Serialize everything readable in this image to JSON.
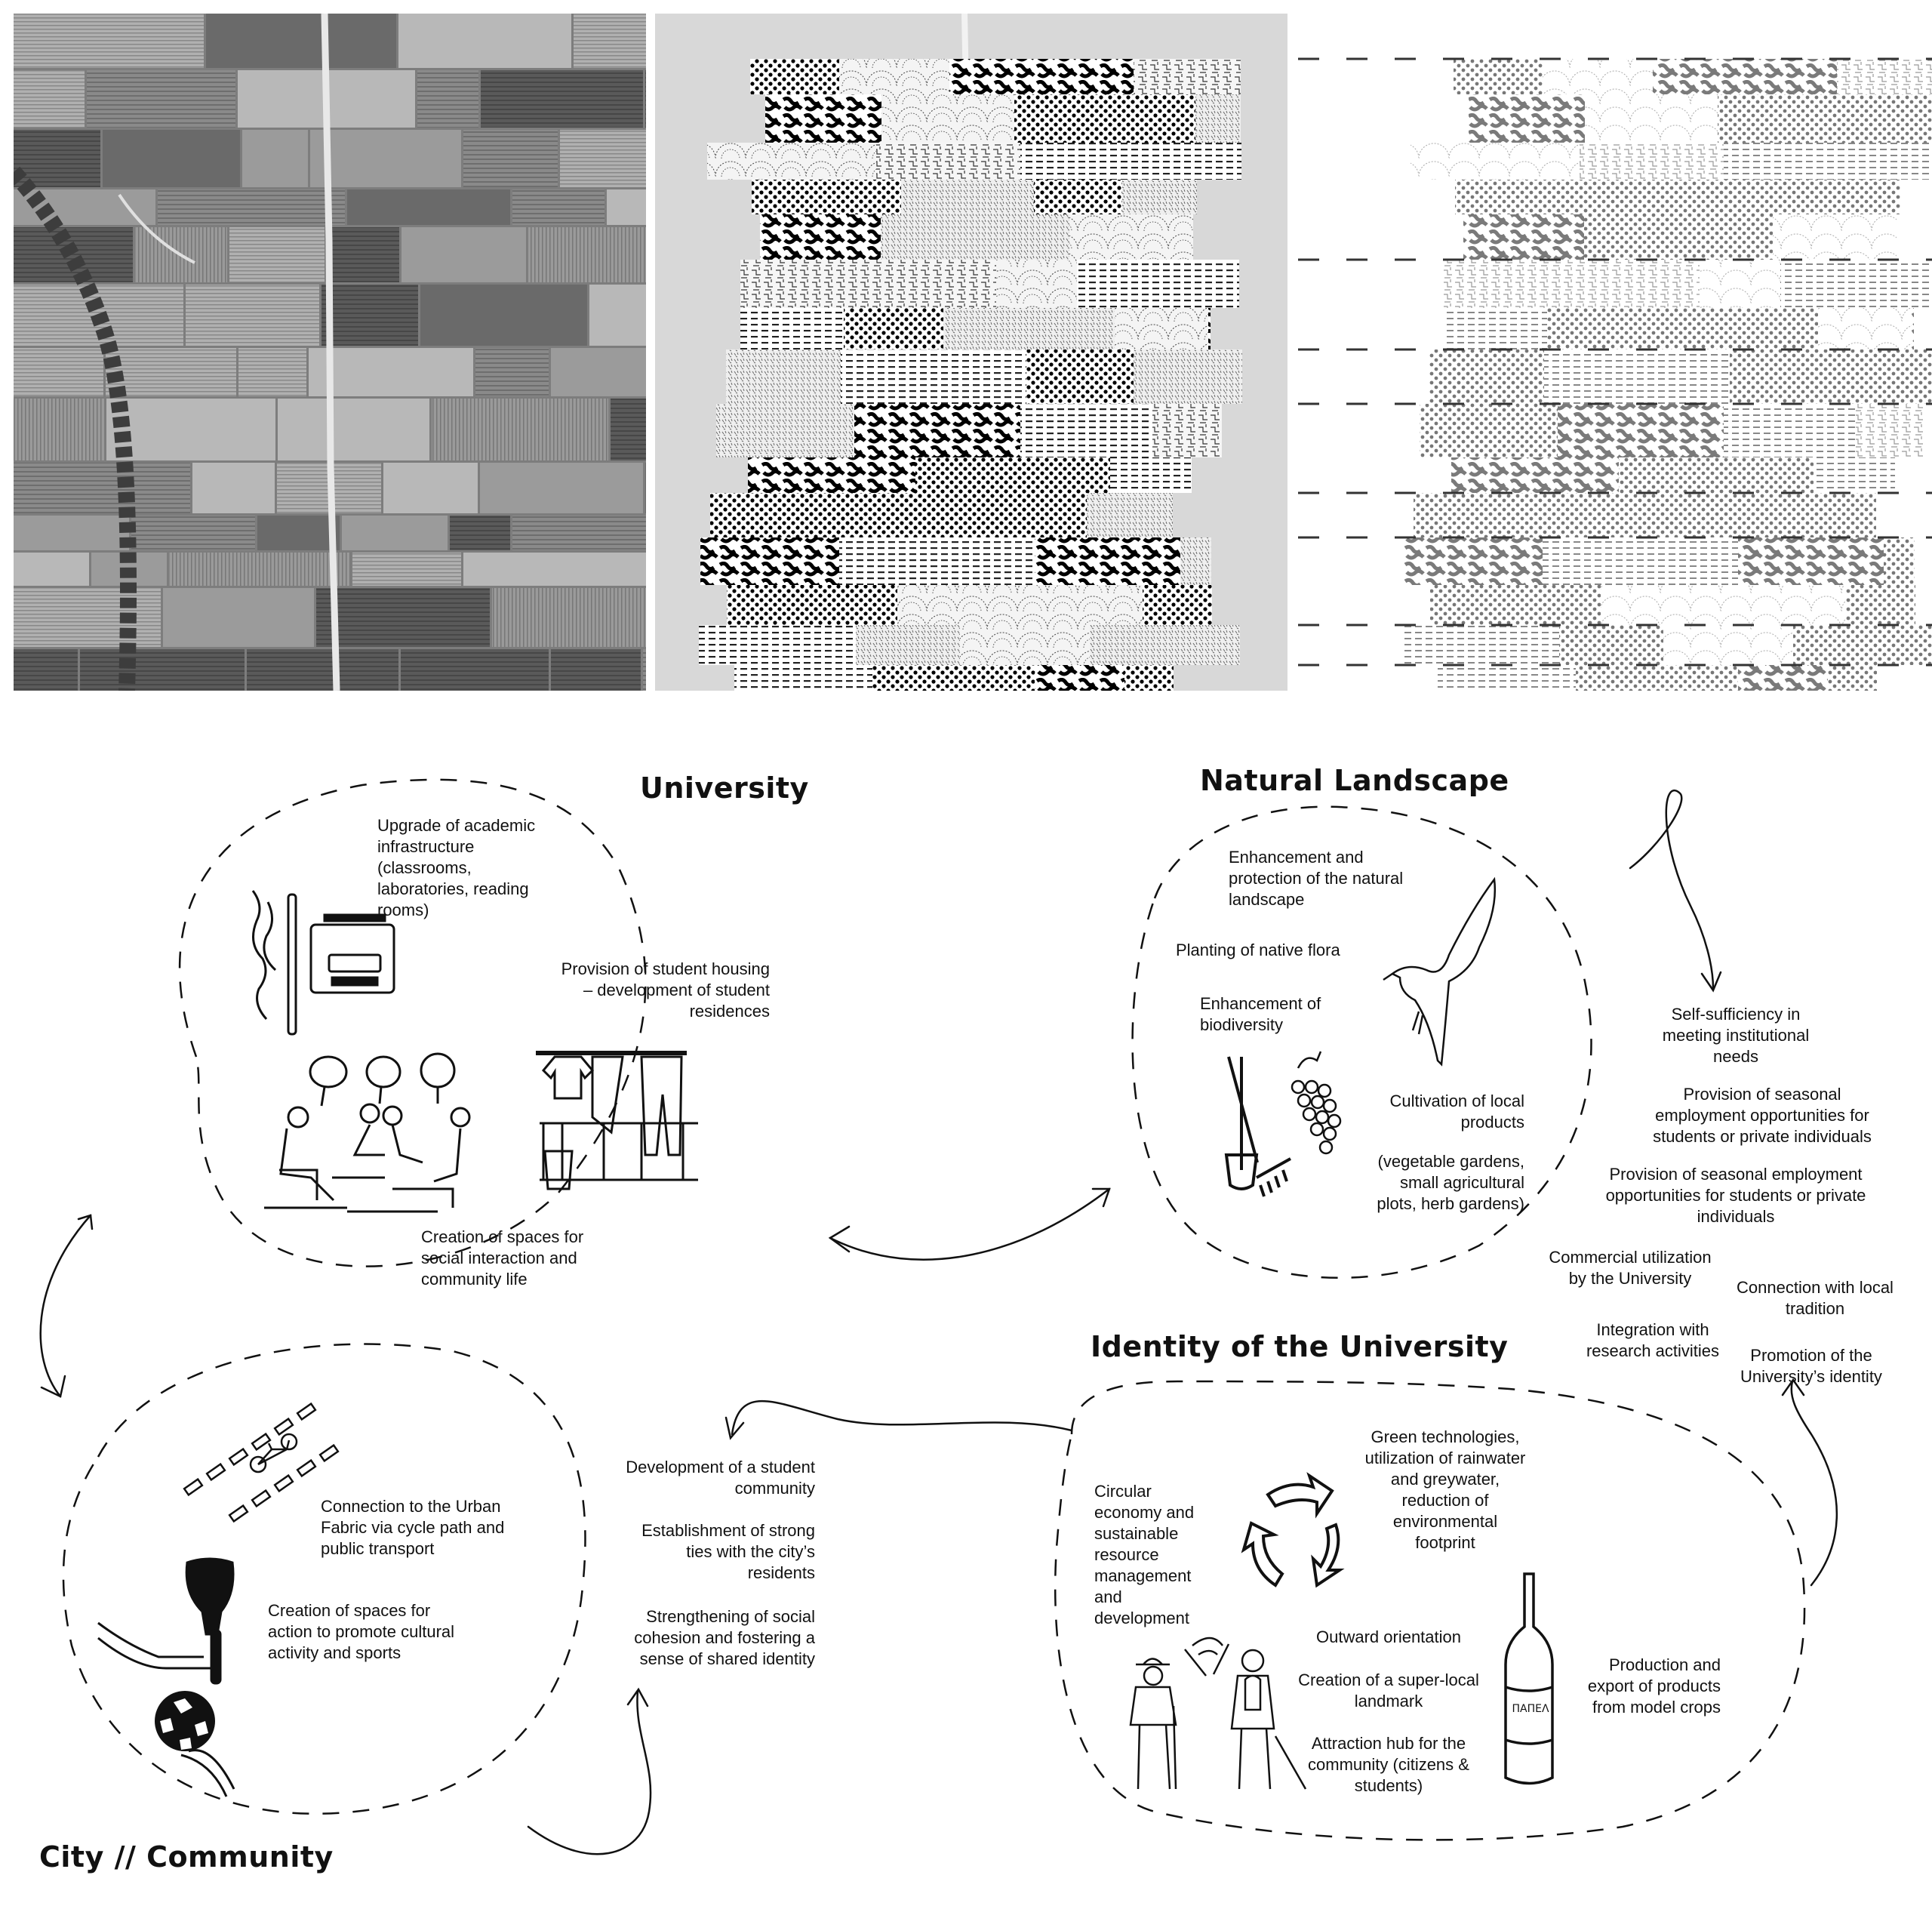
{
  "panels": [
    {
      "name": "aerial-photo",
      "description": "Grayscale aerial photograph of agricultural land plots divided by a central road"
    },
    {
      "name": "pattern-overlay",
      "description": "Faded aerial photo with hatched pattern rectangles overlaid on the plots"
    },
    {
      "name": "pattern-diagram",
      "description": "Pattern rectangles only, with dashed horizontal plot lines"
    }
  ],
  "diagram": {
    "university": {
      "title": "University",
      "items": [
        "Upgrade of academic infrastructure (classrooms, laboratories, reading rooms)",
        "Provision of student housing – development of student residences",
        "Creation of spaces for social interaction and community life"
      ]
    },
    "natural_landscape": {
      "title": "Natural Landscape",
      "items": [
        "Enhancement and protection of the natural landscape",
        "Planting of native flora",
        "Enhancement of biodiversity",
        "Cultivation of local products",
        "(vegetable gardens, small agricultural plots, herb gardens)"
      ]
    },
    "outcomes": {
      "items": [
        "Self-sufficiency in meeting institutional needs",
        "Provision of seasonal employment opportunities for students or private individuals",
        "Provision of seasonal employment opportunities for students or private individuals",
        "Commercial utilization by the University",
        "Connection with local tradition",
        "Integration with research activities",
        "Promotion of the University’s identity"
      ]
    },
    "identity": {
      "title": "Identity of the University",
      "items": [
        "Circular economy and sustainable resource management and development",
        "Green technologies, utilization of rainwater and greywater, reduction of environmental footprint",
        "Outward orientation",
        "Creation of a super-local landmark",
        "Attraction hub for the community (citizens & students)",
        "Production and export of products from model crops"
      ],
      "bottle_label": "ΠΑΠΕΛ"
    },
    "community_outcomes": {
      "items": [
        "Development of a student community",
        "Establishment of strong ties with the city’s residents",
        "Strengthening of social cohesion and fostering a sense of shared identity"
      ]
    },
    "city": {
      "title": "City // Community",
      "items": [
        "Connection to the Urban Fabric via cycle path and public transport",
        "Creation of spaces for action to promote cultural activity and sports"
      ]
    }
  },
  "colors": {
    "ink": "#111111",
    "background": "#ffffff",
    "pattern_dark": "#0a0a0a",
    "pattern_mid": "#7a7a7a",
    "photo_dark": "#555555",
    "photo_light": "#bdbdbd"
  }
}
